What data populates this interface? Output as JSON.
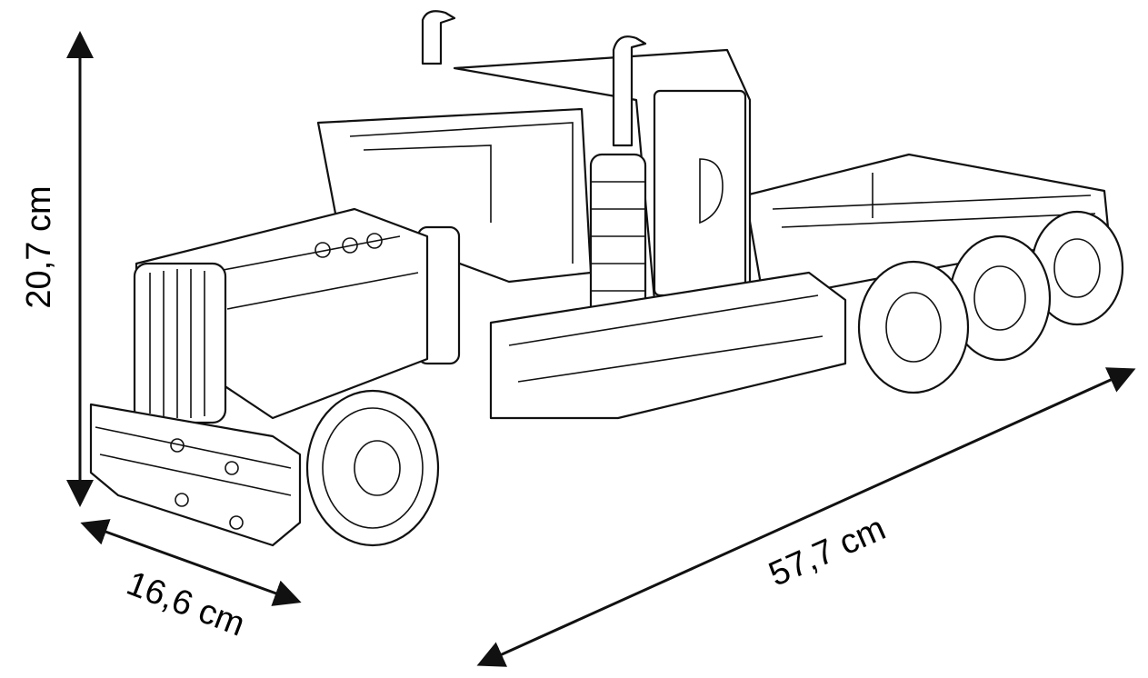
{
  "diagram": {
    "subject": "truck-model",
    "dimensions": {
      "height": "20,7 cm",
      "width": "16,6 cm",
      "length": "57,7 cm"
    },
    "colors": {
      "line": "#111111",
      "background": "#ffffff"
    }
  }
}
